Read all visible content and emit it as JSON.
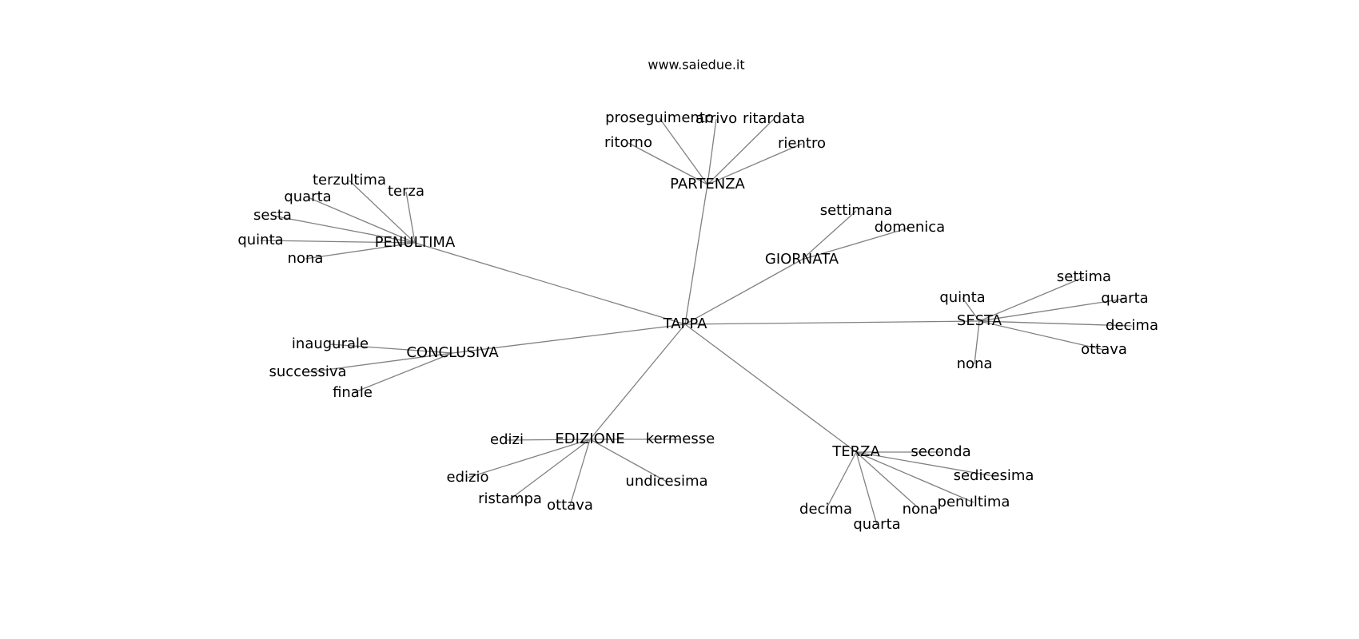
{
  "watermark": "www.saiedue.it",
  "graph": {
    "center": "TAPPA",
    "hubs": [
      {
        "word": "PARTENZA",
        "leaves": [
          "proseguimento",
          "arrivo",
          "ritardata",
          "ritorno",
          "rientro"
        ]
      },
      {
        "word": "PENULTIMA",
        "leaves": [
          "terzultima",
          "terza",
          "quarta",
          "sesta",
          "quinta",
          "nona"
        ]
      },
      {
        "word": "GIORNATA",
        "leaves": [
          "settimana",
          "domenica"
        ]
      },
      {
        "word": "SESTA",
        "leaves": [
          "quinta",
          "settima",
          "quarta",
          "decima",
          "ottava",
          "nona"
        ]
      },
      {
        "word": "CONCLUSIVA",
        "leaves": [
          "inaugurale",
          "successiva",
          "finale"
        ]
      },
      {
        "word": "EDIZIONE",
        "leaves": [
          "edizi",
          "kermesse",
          "edizio",
          "ristampa",
          "ottava",
          "undicesima"
        ]
      },
      {
        "word": "TERZA",
        "leaves": [
          "seconda",
          "sedicesima",
          "penultima",
          "nona",
          "quarta",
          "decima"
        ]
      }
    ]
  }
}
